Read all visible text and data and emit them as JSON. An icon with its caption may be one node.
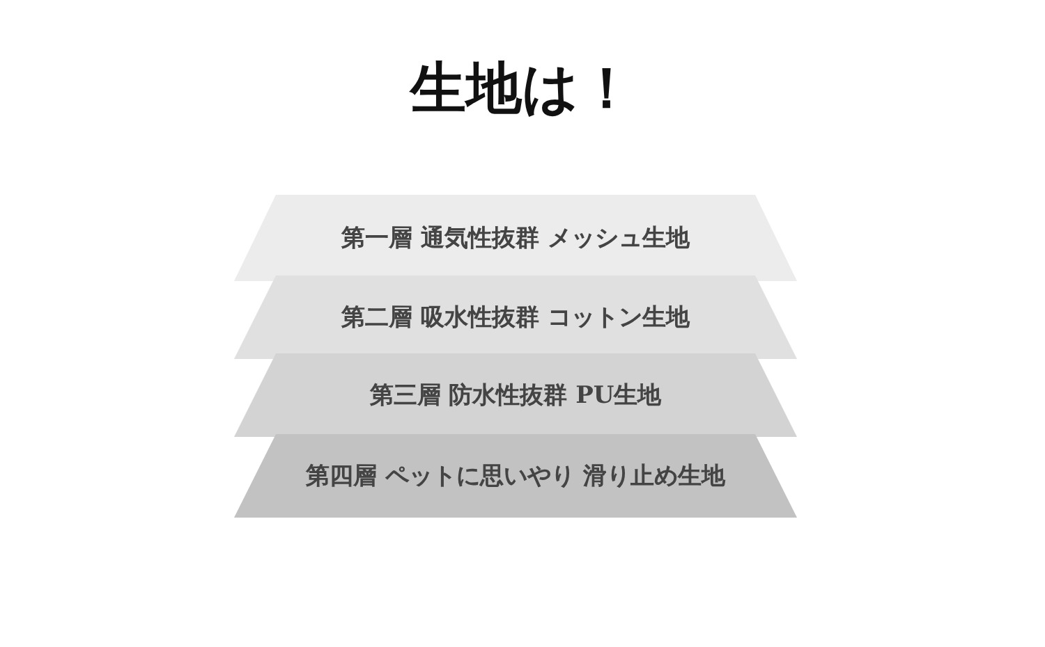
{
  "diagram": {
    "title": "生地は！",
    "nodes": [
      {
        "text": [
          "第一層 通気性抜群 メッシュ生地"
        ]
      },
      {
        "text": [
          "第二層 吸水性抜群 コットン生地"
        ]
      },
      {
        "text": [
          "第三層 防水性抜群 PU生地"
        ]
      },
      {
        "text": [
          "第四層 ペットに思いやり 滑り止め生地"
        ]
      }
    ]
  }
}
